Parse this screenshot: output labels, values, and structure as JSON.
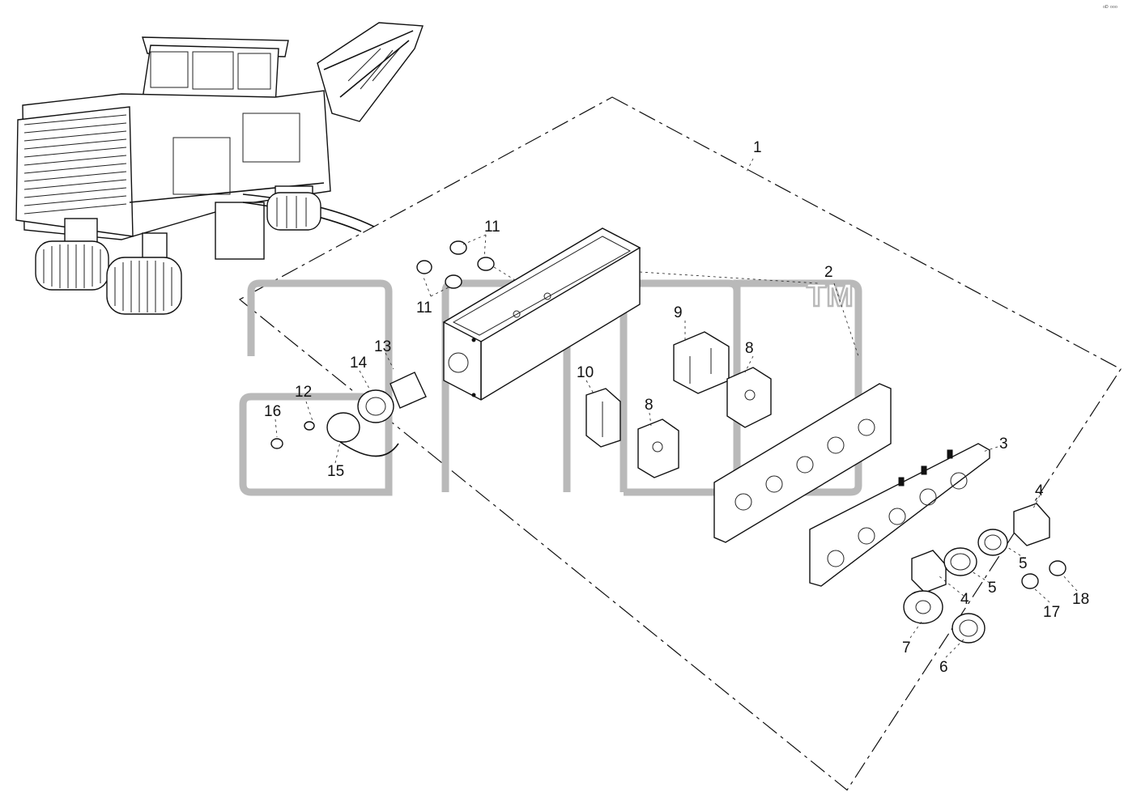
{
  "diagram": {
    "callouts": [
      {
        "id": "c1",
        "label": "1"
      },
      {
        "id": "c2",
        "label": "2"
      },
      {
        "id": "c3",
        "label": "3"
      },
      {
        "id": "c4a",
        "label": "4"
      },
      {
        "id": "c4b",
        "label": "4"
      },
      {
        "id": "c5a",
        "label": "5"
      },
      {
        "id": "c5b",
        "label": "5"
      },
      {
        "id": "c6",
        "label": "6"
      },
      {
        "id": "c7",
        "label": "7"
      },
      {
        "id": "c8a",
        "label": "8"
      },
      {
        "id": "c8b",
        "label": "8"
      },
      {
        "id": "c9",
        "label": "9"
      },
      {
        "id": "c10",
        "label": "10"
      },
      {
        "id": "c11a",
        "label": "11"
      },
      {
        "id": "c11b",
        "label": "11"
      },
      {
        "id": "c12",
        "label": "12"
      },
      {
        "id": "c13",
        "label": "13"
      },
      {
        "id": "c14",
        "label": "14"
      },
      {
        "id": "c15",
        "label": "15"
      },
      {
        "id": "c16",
        "label": "16"
      },
      {
        "id": "c17",
        "label": "17"
      },
      {
        "id": "c18",
        "label": "18"
      }
    ],
    "watermark": {
      "trademark": "TM"
    },
    "corner_mark": "ᵒᴰ ᵒᵒᵒ"
  }
}
